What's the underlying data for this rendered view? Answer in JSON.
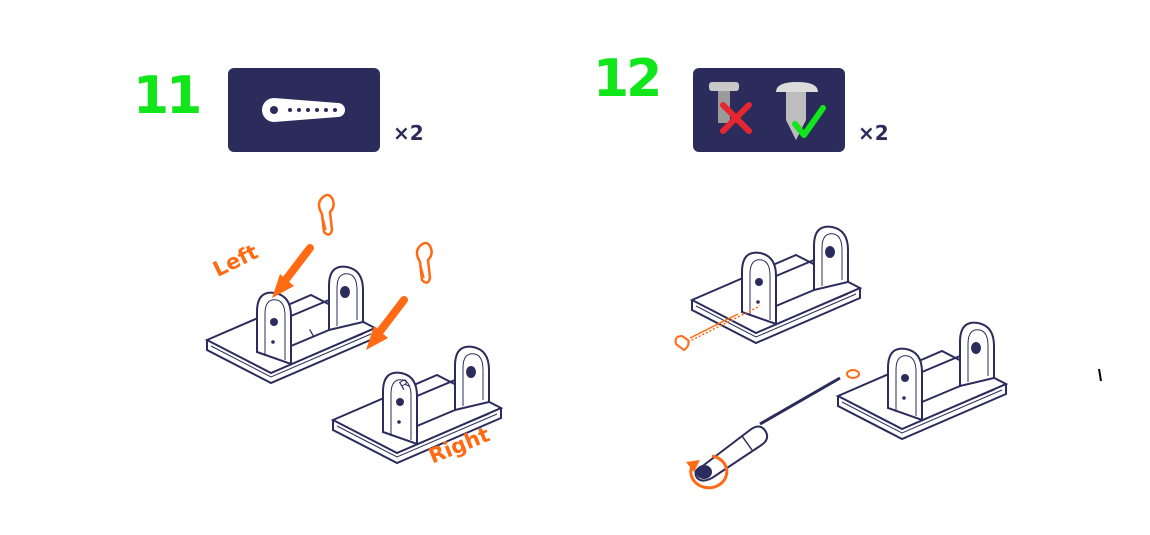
{
  "steps": [
    {
      "number": "11",
      "quantity": "×2",
      "part_icon": "servo-horn-icon",
      "labels": {
        "left": "Left",
        "right": "Right"
      },
      "bracket_marks": {
        "left": "L",
        "right": "R"
      }
    },
    {
      "number": "12",
      "quantity": "×2",
      "part_icon": "screw-type-icon"
    }
  ],
  "colors": {
    "step_number": "#10e619",
    "panel": "#2b2c5c",
    "accent": "#ff6a13",
    "line": "#2b2c5c",
    "reject": "#e8262f",
    "accept": "#10e619"
  }
}
